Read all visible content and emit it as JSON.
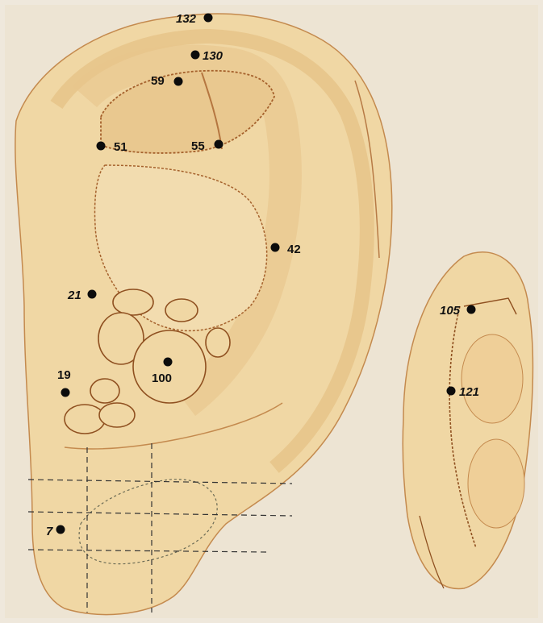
{
  "figure": {
    "background_color": "#efe8dc",
    "skin_color": "#f0d7a4",
    "skin_shade_color": "#e2b97a",
    "outline_color": "#9a5c2a"
  },
  "views": [
    {
      "id": "front",
      "description": "front view of outer ear"
    },
    {
      "id": "back",
      "description": "rear view of outer ear"
    }
  ],
  "points": [
    {
      "label": "132",
      "italic": true
    },
    {
      "label": "130",
      "italic": true
    },
    {
      "label": "59",
      "italic": false
    },
    {
      "label": "51",
      "italic": false
    },
    {
      "label": "55",
      "italic": false
    },
    {
      "label": "42",
      "italic": false
    },
    {
      "label": "21",
      "italic": true
    },
    {
      "label": "100",
      "italic": false
    },
    {
      "label": "19",
      "italic": false
    },
    {
      "label": "7",
      "italic": true
    },
    {
      "label": "105",
      "italic": true
    },
    {
      "label": "121",
      "italic": true
    }
  ]
}
